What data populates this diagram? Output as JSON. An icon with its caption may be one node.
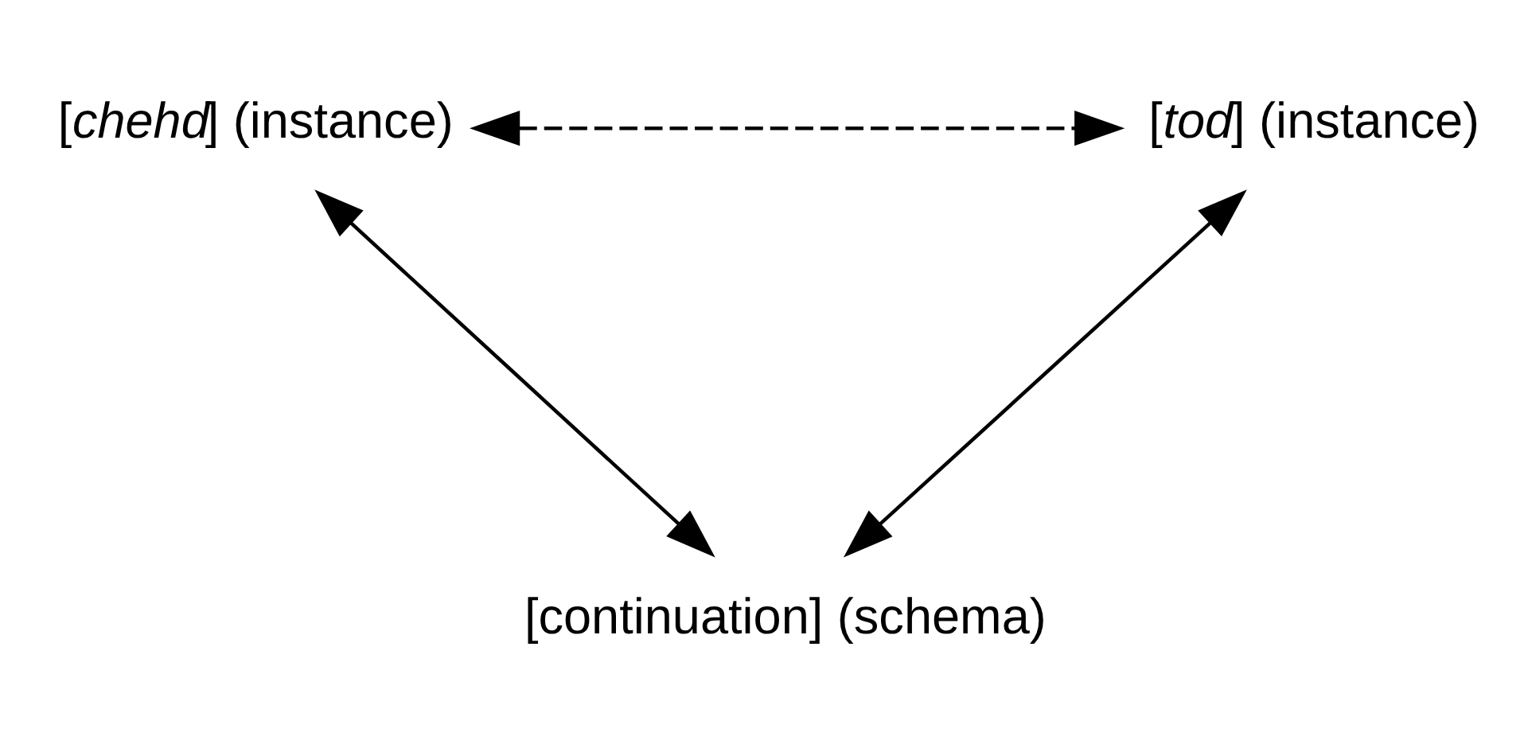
{
  "diagram": {
    "nodes": [
      {
        "text": [
          "[continuation] (schema)"
        ]
      },
      {
        "text": [
          "[*chehd*] (instance)"
        ]
      },
      {
        "text": [
          "[*tod*] (instance)"
        ]
      }
    ],
    "edges": [
      {
        "from": 1,
        "to": 0,
        "arrow": "both"
      },
      {
        "from": 2,
        "to": 0,
        "arrow": "both"
      },
      {
        "from": 1,
        "to": 2,
        "arrow": "both",
        "style": "dashed"
      }
    ]
  }
}
